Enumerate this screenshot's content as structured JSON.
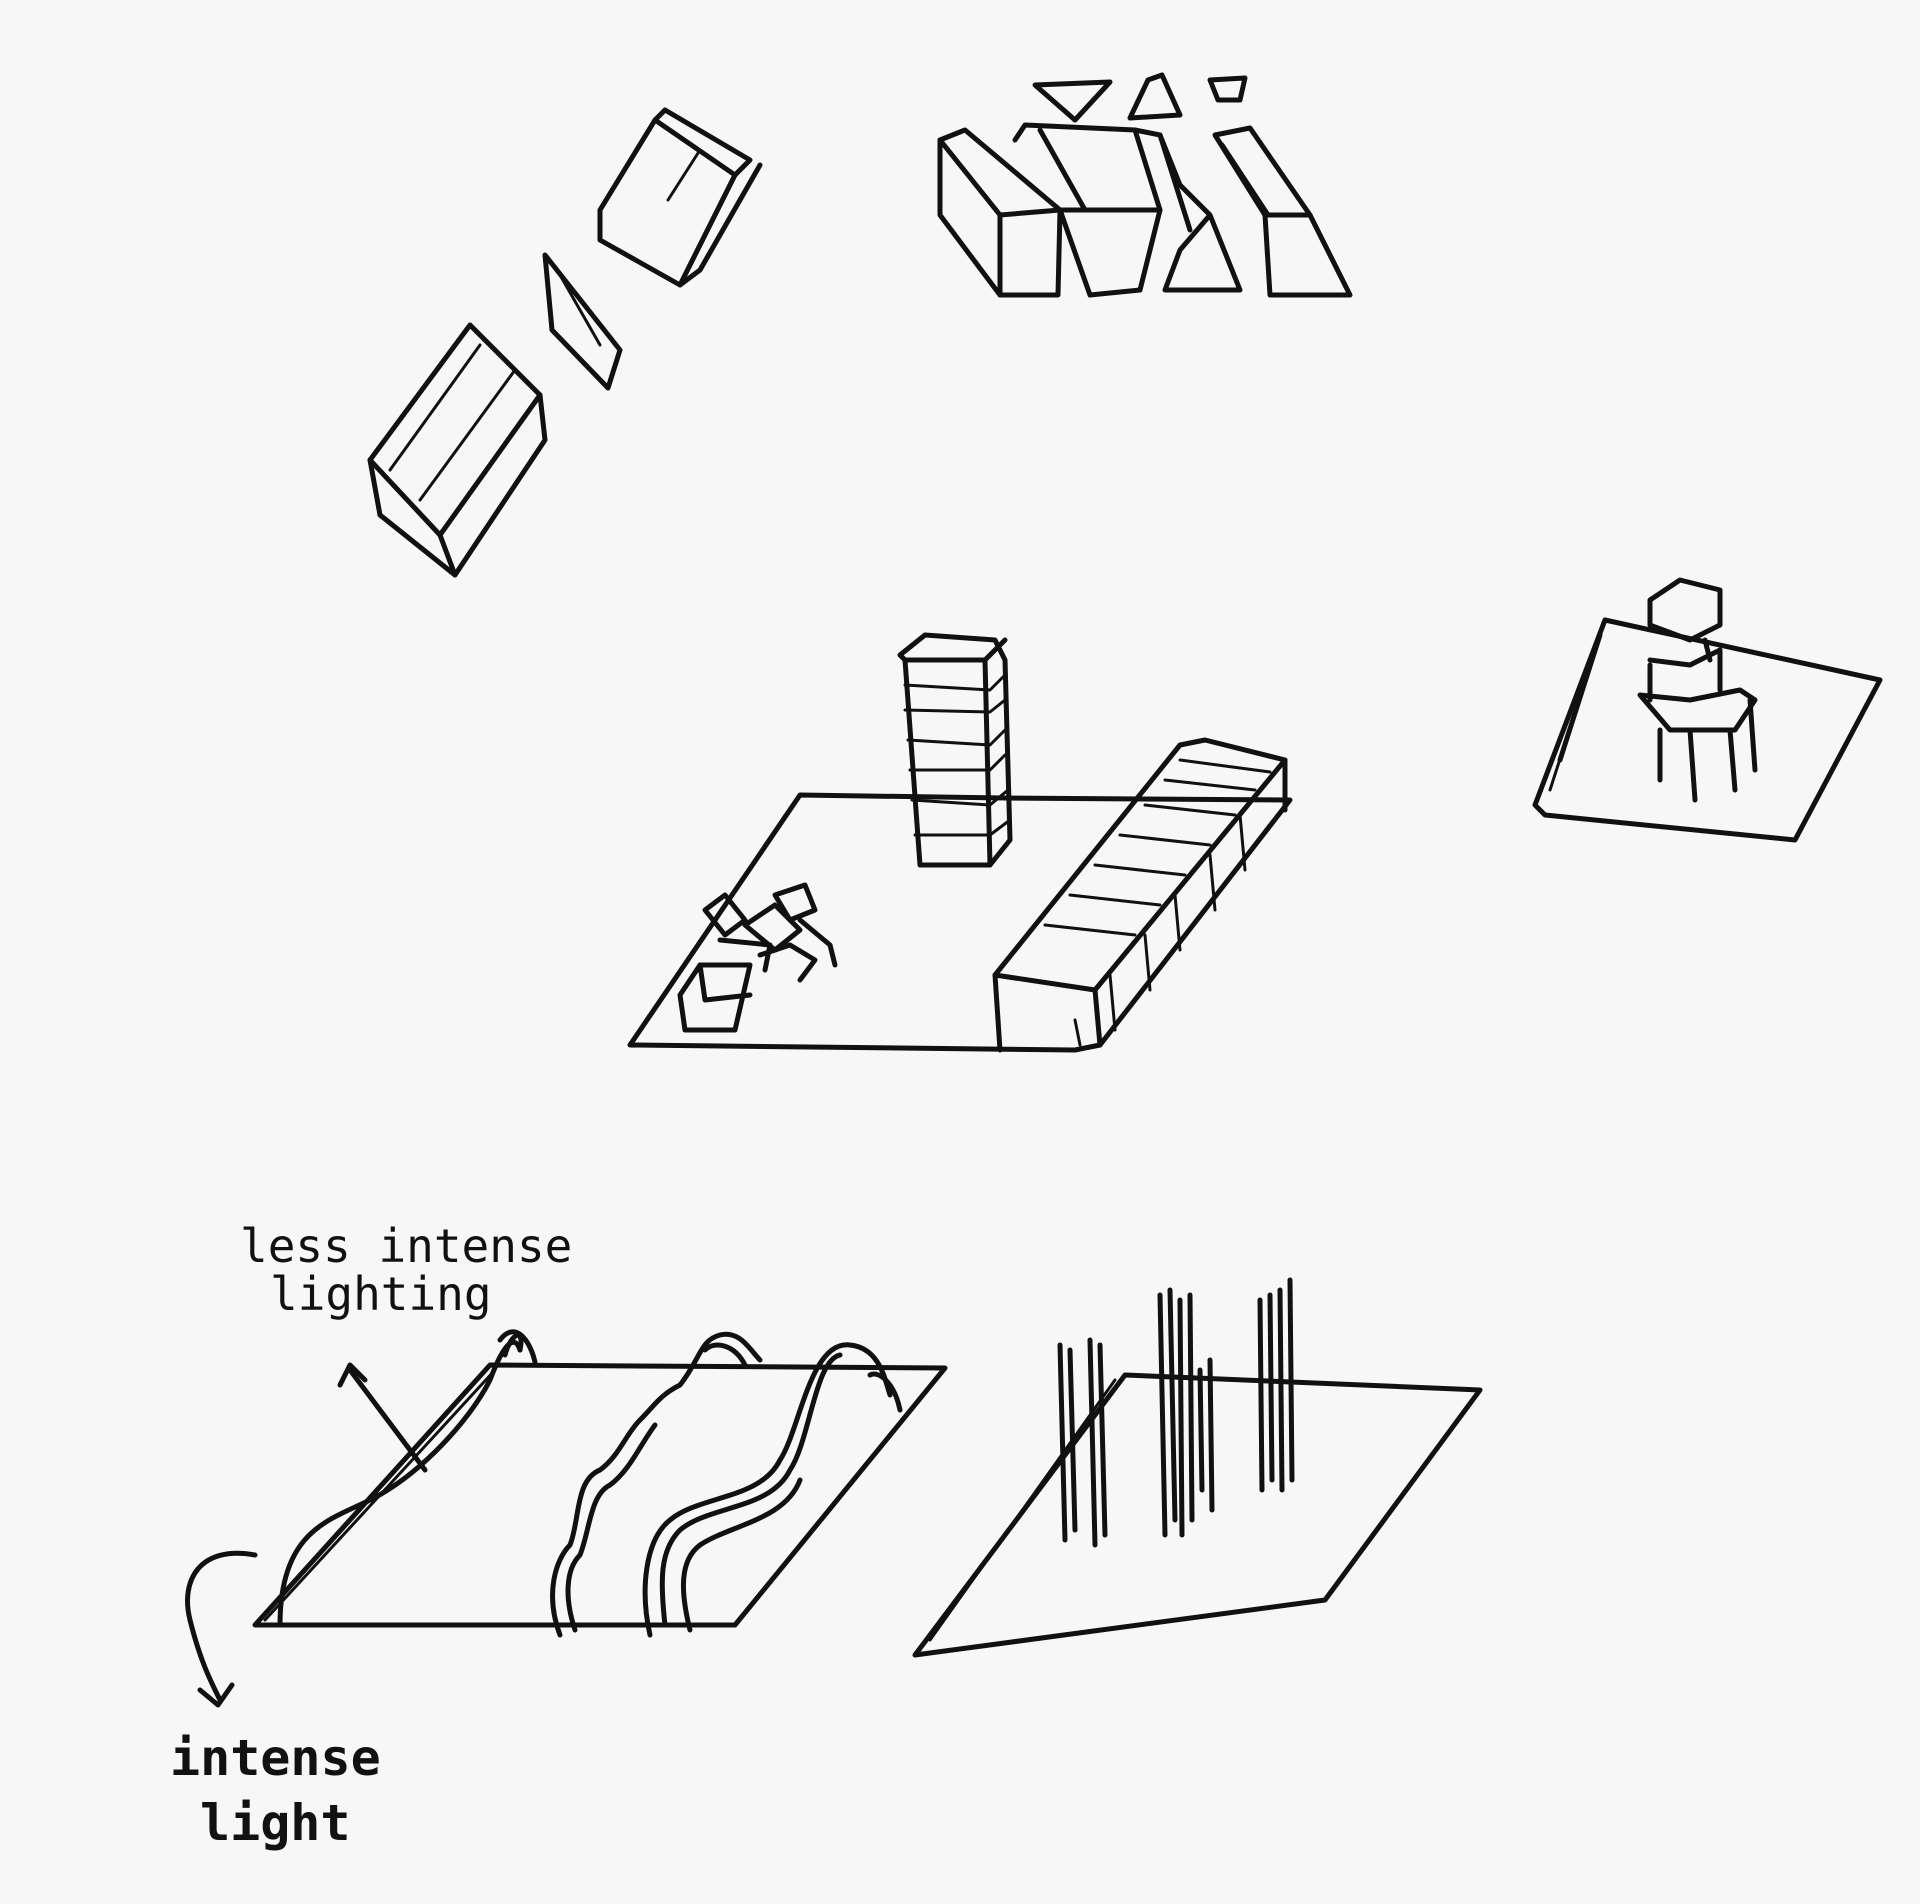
{
  "annotations": {
    "less_intense_line1": "less intense",
    "less_intense_line2": "lighting",
    "intense_line1": "intense",
    "intense_line2": "light"
  },
  "colors": {
    "paper": "#f7f7f7",
    "ink": "#111111"
  }
}
